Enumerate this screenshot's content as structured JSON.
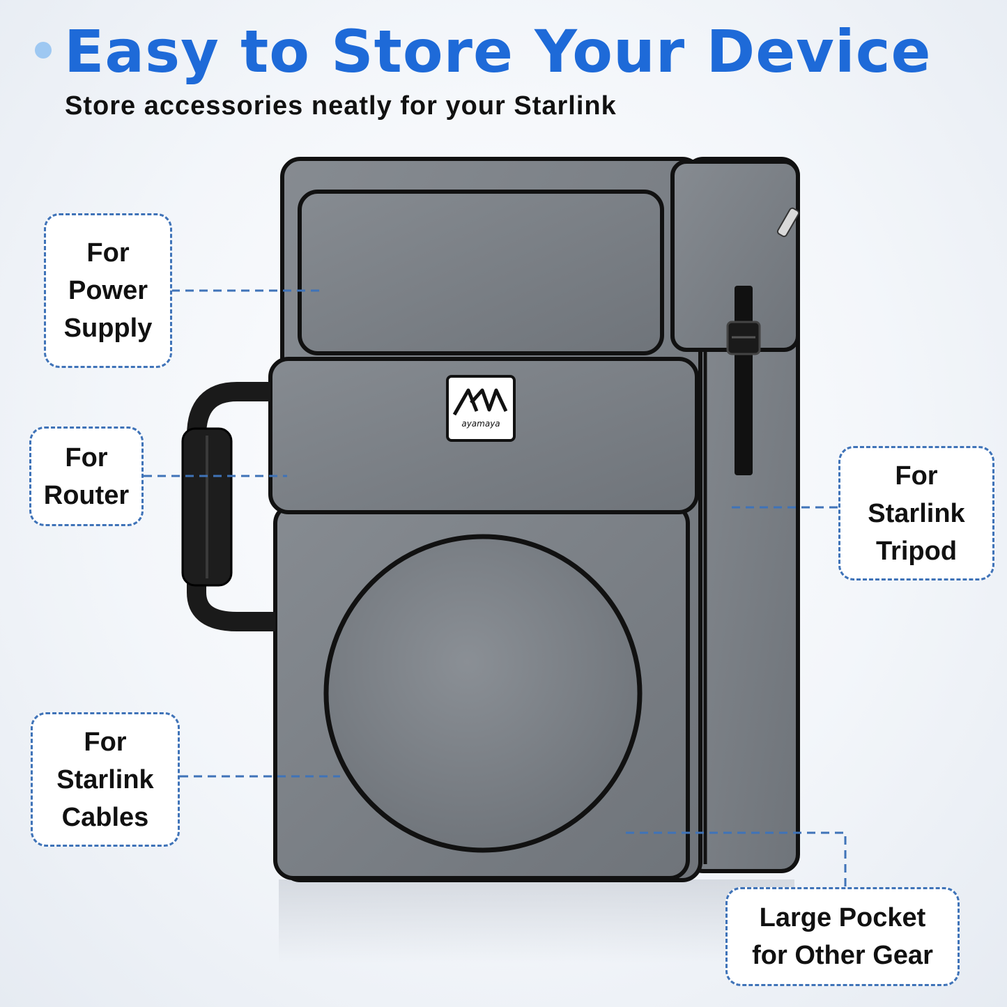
{
  "header": {
    "title": "Easy to Store Your Device",
    "subtitle": "Store accessories neatly for your Starlink"
  },
  "product": {
    "brand_logo_text": "ayamaya",
    "brand_mark": "AM",
    "color": "#7b8086"
  },
  "callouts": {
    "power_supply": "For\nPower\nSupply",
    "router": "For\nRouter",
    "tripod": "For\nStarlink\nTripod",
    "cables": "For\nStarlink\nCables",
    "large_pocket": "Large Pocket\nfor Other Gear"
  },
  "colors": {
    "title": "#1e6ad8",
    "callout_border": "#3f73b8",
    "bag_fabric": "#7b8086",
    "bag_trim": "#111111"
  }
}
